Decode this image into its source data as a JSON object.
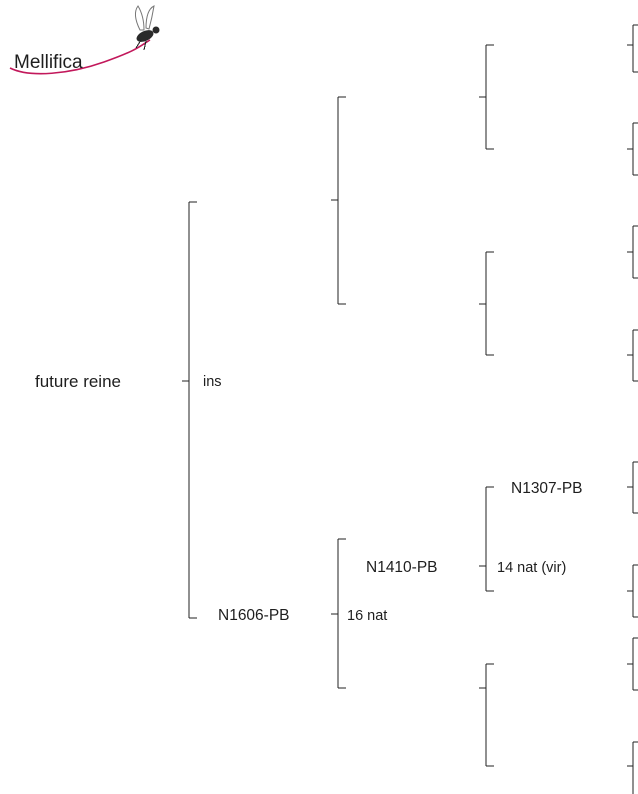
{
  "logo": {
    "text": "Mellifica"
  },
  "root": {
    "label": "future reine",
    "note": "ins"
  },
  "nodes": {
    "father_queen": {
      "label": "N1606-PB",
      "note": "16 nat"
    },
    "grand_queen": {
      "label": "N1410-PB",
      "note": "14 nat (vir)"
    },
    "great_grand_queen": {
      "label": "N1307-PB"
    }
  },
  "colors": {
    "line": "#222222",
    "logo_pink": "#c2185b",
    "logo_grey": "#555555"
  }
}
